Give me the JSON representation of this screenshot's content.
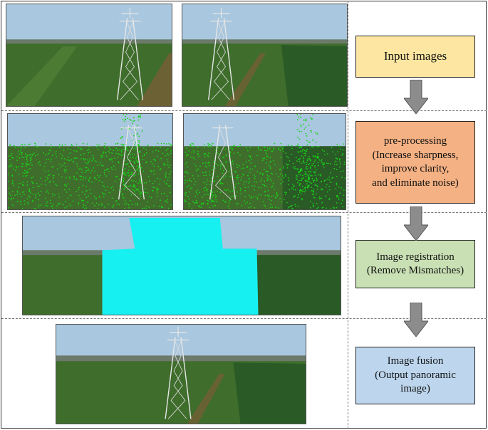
{
  "steps": [
    {
      "lines": [
        "Input images"
      ],
      "color": "#fde6a1"
    },
    {
      "lines": [
        "pre-processing",
        "(Increase sharpness,",
        "improve clarity,",
        "and eliminate noise)"
      ],
      "color": "#f4b183"
    },
    {
      "lines": [
        "Image registration",
        "(Remove Mismatches)"
      ],
      "color": "#c9e0b4"
    },
    {
      "lines": [
        "Image fusion",
        "(Output panoramic",
        "image)"
      ],
      "color": "#bdd6ee"
    }
  ],
  "colors": {
    "sky": "#a9c7de",
    "field": "#3f6d2c",
    "feature_points": "#19d219",
    "overlap_region": "#17f0f0",
    "arrow": "#8c8c8c"
  },
  "icons": [
    "tower-icon",
    "down-arrow-icon"
  ]
}
